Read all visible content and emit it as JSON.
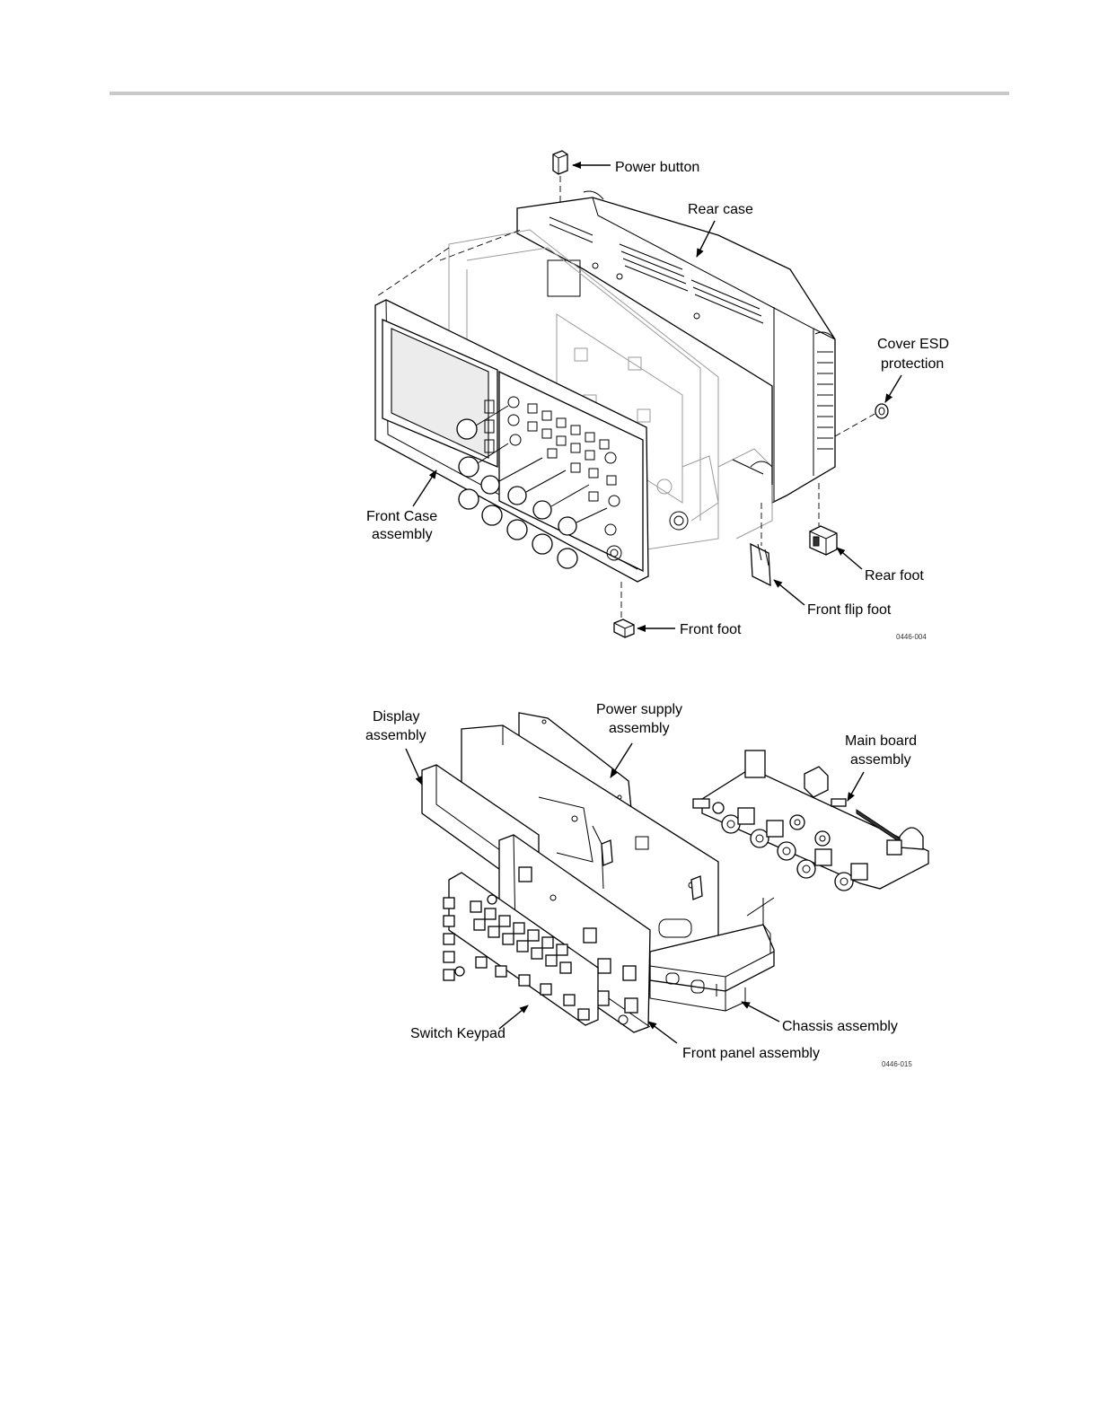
{
  "figure1": {
    "labels": {
      "power_button": "Power button",
      "rear_case": "Rear case",
      "cover_esd_line1": "Cover ESD",
      "cover_esd_line2": "protection",
      "front_case_line1": "Front Case",
      "front_case_line2": "assembly",
      "rear_foot": "Rear foot",
      "front_flip_foot": "Front flip foot",
      "front_foot": "Front foot"
    },
    "code": "0446-004"
  },
  "figure2": {
    "labels": {
      "display_line1": "Display",
      "display_line2": "assembly",
      "power_supply_line1": "Power supply",
      "power_supply_line2": "assembly",
      "main_board_line1": "Main board",
      "main_board_line2": "assembly",
      "chassis": "Chassis assembly",
      "switch_keypad": "Switch Keypad",
      "front_panel": "Front panel assembly"
    },
    "code": "0446-015"
  }
}
